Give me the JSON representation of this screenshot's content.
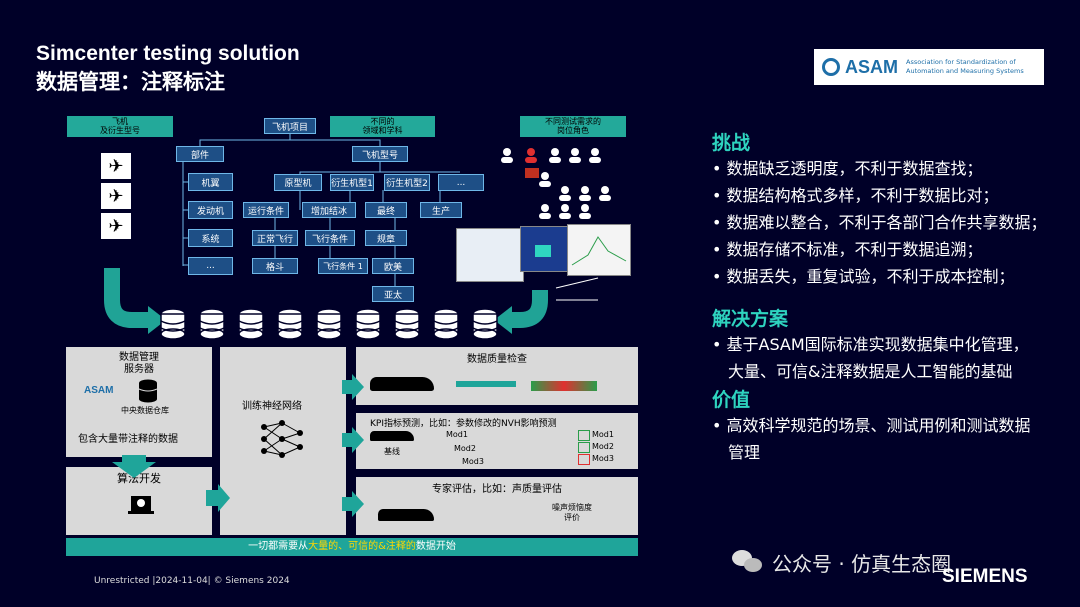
{
  "title": {
    "en": "Simcenter  testing solution",
    "zh": "数据管理：注释标注"
  },
  "logo": {
    "name": "ASAM",
    "subtitle": "Association for Standardization of Automation and Measuring Systems"
  },
  "diagram": {
    "headers": {
      "aircraft": "飞机\n及衍生型号",
      "disciplines": "不同的\n领域和学科",
      "roles": "不同测试需求的\n岗位角色"
    },
    "nodes": {
      "project": "飞机项目",
      "parts": "部件",
      "aircraft_model": "飞机型号",
      "wing": "机翼",
      "engine": "发动机",
      "system": "系统",
      "more": "...",
      "prototype": "原型机",
      "derivative1": "衍生机型1",
      "derivative2": "衍生机型2",
      "more2": "...",
      "run_cond": "运行条件",
      "icing": "增加结冰",
      "final": "最终",
      "production": "生产",
      "normal_flight": "正常飞行",
      "flight_cond": "飞行条件",
      "regulation": "规章",
      "combat": "格斗",
      "flight_cond1": "飞行条件 1",
      "europe": "欧美",
      "asia": "亚太"
    },
    "server": {
      "title": "数据管理\n服务器",
      "asam": "ASAM",
      "warehouse": "中央数据仓库",
      "annot": "包含大量带注释的数据"
    },
    "algo": "算法开发",
    "nn": "训练神经网络",
    "quality": "数据质量检查",
    "kpi": {
      "title": "KPI指标预测，比如：参数修改的NVH影响预测",
      "baseline": "基线",
      "mods": [
        "Mod1",
        "Mod2",
        "Mod3"
      ],
      "results": [
        "Mod1",
        "Mod2",
        "Mod3"
      ]
    },
    "expert": {
      "title": "专家评估，比如：声质量评估",
      "result": "噪声烦恼度\n评价"
    },
    "banner": {
      "pre": "一切都需要从",
      "hl": "大量的、可信的&注释的",
      "post": "数据开始"
    }
  },
  "right": {
    "challenge_title": "挑战",
    "challenges": [
      "数据缺乏透明度，不利于数据查找；",
      "数据结构格式多样，不利于数据比对；",
      "数据难以整合，不利于各部门合作共享数据；",
      "数据存储不标准，不利于数据追溯；",
      "数据丢失，重复试验，不利于成本控制；"
    ],
    "solution_title": "解决方案",
    "solutions": [
      "基于ASAM国际标准实现数据集中化管理，大量、可信&注释数据是人工智能的基础"
    ],
    "value_title": "价值",
    "values": [
      "高效科学规范的场景、测试用例和测试数据管理"
    ]
  },
  "footer": {
    "text": "Unrestricted |2024-11-04|  © Siemens 2024",
    "wechat": "公众号 · 仿真生态圈",
    "brand": "SIEMENS"
  },
  "colors": {
    "background": "#000028",
    "teal": "#23a99a",
    "accent": "#2ed3bf"
  }
}
